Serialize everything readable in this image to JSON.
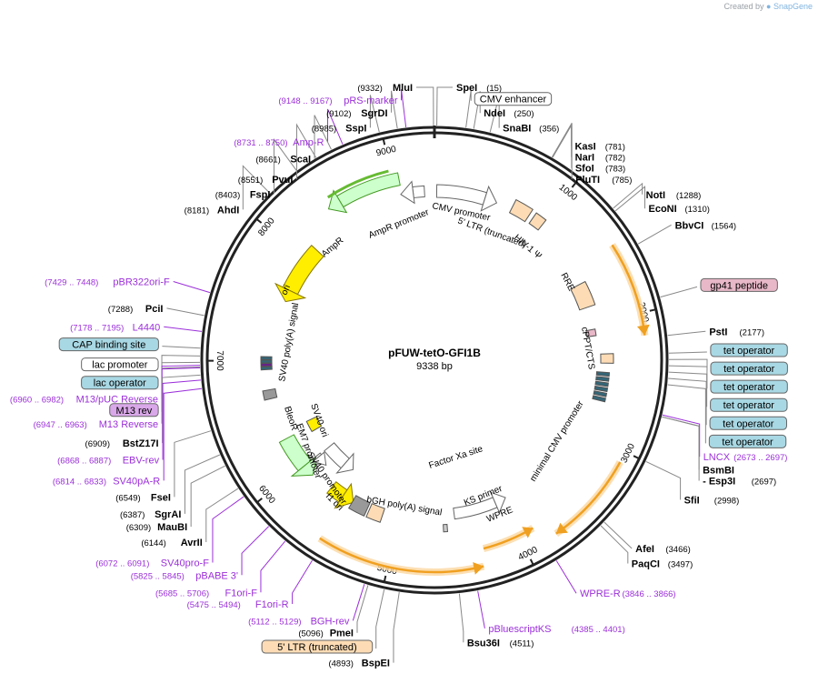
{
  "credit": {
    "prefix": "Created by",
    "brand": "SnapGene"
  },
  "map": {
    "name": "pFUW-tetO-GFI1B",
    "length": "9338 bp",
    "length_bp": 9338
  },
  "ticks": [
    {
      "pos": 1000,
      "label": "1000"
    },
    {
      "pos": 2000,
      "label": "2000"
    },
    {
      "pos": 3000,
      "label": "3000"
    },
    {
      "pos": 4000,
      "label": "4000"
    },
    {
      "pos": 5000,
      "label": "5000"
    },
    {
      "pos": 6000,
      "label": "6000"
    },
    {
      "pos": 7000,
      "label": "7000"
    },
    {
      "pos": 8000,
      "label": "8000"
    },
    {
      "pos": 9000,
      "label": "9000"
    }
  ],
  "enzymes": [
    {
      "name": "MluI",
      "pos": "(9332)",
      "bp": 9332,
      "side": "L"
    },
    {
      "name": "SpeI",
      "pos": "(15)",
      "bp": 15,
      "side": "R"
    },
    {
      "name": "NdeI",
      "pos": "(250)",
      "bp": 250,
      "side": "R"
    },
    {
      "name": "SnaBI",
      "pos": "(356)",
      "bp": 356,
      "side": "R"
    },
    {
      "name": "KasI",
      "pos": "(781)",
      "bp": 781,
      "side": "R"
    },
    {
      "name": "NarI",
      "pos": "(782)",
      "bp": 782,
      "side": "R"
    },
    {
      "name": "SfoI",
      "pos": "(783)",
      "bp": 783,
      "side": "R"
    },
    {
      "name": "PluTI",
      "pos": "(785)",
      "bp": 785,
      "side": "R"
    },
    {
      "name": "NotI",
      "pos": "(1288)",
      "bp": 1288,
      "side": "R"
    },
    {
      "name": "EcoNI",
      "pos": "(1310)",
      "bp": 1310,
      "side": "R"
    },
    {
      "name": "BbvCI",
      "pos": "(1564)",
      "bp": 1564,
      "side": "R"
    },
    {
      "name": "PstI",
      "pos": "(2177)",
      "bp": 2177,
      "side": "R"
    },
    {
      "name": "BsmBI",
      "pos": "",
      "bp": 2697,
      "side": "R"
    },
    {
      "name": "- Esp3I",
      "pos": "(2697)",
      "bp": 2697,
      "side": "R"
    },
    {
      "name": "SfiI",
      "pos": "(2998)",
      "bp": 2998,
      "side": "R"
    },
    {
      "name": "AfeI",
      "pos": "(3466)",
      "bp": 3466,
      "side": "R"
    },
    {
      "name": "PaqCI",
      "pos": "(3497)",
      "bp": 3497,
      "side": "R"
    },
    {
      "name": "Bsu36I",
      "pos": "(4511)",
      "bp": 4511,
      "side": "R"
    },
    {
      "name": "BspEI",
      "pos": "(4893)",
      "bp": 4893,
      "side": "L"
    },
    {
      "name": "PmeI",
      "pos": "(5096)",
      "bp": 5096,
      "side": "L"
    },
    {
      "name": "AvrII",
      "pos": "(6144)",
      "bp": 6144,
      "side": "L"
    },
    {
      "name": "MauBI",
      "pos": "(6309)",
      "bp": 6309,
      "side": "L"
    },
    {
      "name": "SgrAI",
      "pos": "(6387)",
      "bp": 6387,
      "side": "L"
    },
    {
      "name": "FseI",
      "pos": "(6549)",
      "bp": 6549,
      "side": "L"
    },
    {
      "name": "BstZ17I",
      "pos": "(6909)",
      "bp": 6909,
      "side": "L"
    },
    {
      "name": "PciI",
      "pos": "(7288)",
      "bp": 7288,
      "side": "L"
    },
    {
      "name": "AhdI",
      "pos": "(8181)",
      "bp": 8181,
      "side": "L"
    },
    {
      "name": "FspI",
      "pos": "(8403)",
      "bp": 8403,
      "side": "L"
    },
    {
      "name": "PvuI",
      "pos": "(8551)",
      "bp": 8551,
      "side": "L"
    },
    {
      "name": "ScaI",
      "pos": "(8661)",
      "bp": 8661,
      "side": "L"
    },
    {
      "name": "SspI",
      "pos": "(8985)",
      "bp": 8985,
      "side": "L"
    },
    {
      "name": "SgrDI",
      "pos": "(9102)",
      "bp": 9102,
      "side": "L"
    }
  ],
  "primers": [
    {
      "name": "pRS-marker",
      "range": "(9148 .. 9167)",
      "bp": 9157,
      "side": "L"
    },
    {
      "name": "Amp-R",
      "range": "(8731 .. 8750)",
      "bp": 8740,
      "side": "L"
    },
    {
      "name": "pBR322ori-F",
      "range": "(7429 .. 7448)",
      "bp": 7438,
      "side": "L"
    },
    {
      "name": "L4440",
      "range": "(7178 .. 7195)",
      "bp": 7186,
      "side": "L"
    },
    {
      "name": "M13/pUC Reverse",
      "range": "(6960 .. 6982)",
      "bp": 6971,
      "side": "L"
    },
    {
      "name": "M13 Reverse",
      "range": "(6947 .. 6963)",
      "bp": 6955,
      "side": "L"
    },
    {
      "name": "EBV-rev",
      "range": "(6868 .. 6887)",
      "bp": 6877,
      "side": "L"
    },
    {
      "name": "SV40pA-R",
      "range": "(6814 .. 6833)",
      "bp": 6823,
      "side": "L"
    },
    {
      "name": "SV40pro-F",
      "range": "(6072 .. 6091)",
      "bp": 6081,
      "side": "L"
    },
    {
      "name": "pBABE 3'",
      "range": "(5825 .. 5845)",
      "bp": 5835,
      "side": "L"
    },
    {
      "name": "F1ori-F",
      "range": "(5685 .. 5706)",
      "bp": 5695,
      "side": "L"
    },
    {
      "name": "F1ori-R",
      "range": "(5475 .. 5494)",
      "bp": 5484,
      "side": "L"
    },
    {
      "name": "BGH-rev",
      "range": "(5112 .. 5129)",
      "bp": 5120,
      "side": "L"
    },
    {
      "name": "LNCX",
      "range": "(2673 .. 2697)",
      "bp": 2685,
      "side": "R"
    },
    {
      "name": "WPRE-R",
      "range": "(3846 .. 3866)",
      "bp": 3856,
      "side": "R"
    },
    {
      "name": "pBluescriptKS",
      "range": "(4385 .. 4401)",
      "bp": 4393,
      "side": "R"
    }
  ],
  "boxed_labels": [
    {
      "name": "CMV enhancer",
      "bp": 200,
      "style": "white"
    },
    {
      "name": "gp41 peptide",
      "bp": 1930,
      "style": "pink"
    },
    {
      "name": "tet operator",
      "bp": 2290,
      "style": "blue"
    },
    {
      "name": "tet operator",
      "bp": 2330,
      "style": "blue"
    },
    {
      "name": "tet operator",
      "bp": 2370,
      "style": "blue"
    },
    {
      "name": "tet operator",
      "bp": 2410,
      "style": "blue"
    },
    {
      "name": "tet operator",
      "bp": 2450,
      "style": "blue"
    },
    {
      "name": "tet operator",
      "bp": 2490,
      "style": "blue"
    },
    {
      "name": "5' LTR (truncated)",
      "bp": 4990,
      "style": "orange"
    },
    {
      "name": "M13 rev",
      "bp": 6960,
      "style": "violet"
    },
    {
      "name": "lac operator",
      "bp": 6990,
      "style": "blue"
    },
    {
      "name": "lac promoter",
      "bp": 7030,
      "style": "white"
    },
    {
      "name": "CAP binding site",
      "bp": 7080,
      "style": "blue"
    }
  ],
  "inner_labels": [
    {
      "text": "CMV promoter"
    },
    {
      "text": "5' LTR (truncated)"
    },
    {
      "text": "HIV-1 Ψ"
    },
    {
      "text": "RRE"
    },
    {
      "text": "cPPT/CTS"
    },
    {
      "text": "minimal CMV promoter"
    },
    {
      "text": "Factor Xa site"
    },
    {
      "text": "KS primer"
    },
    {
      "text": "WPRE"
    },
    {
      "text": "bGH poly(A) signal"
    },
    {
      "text": "f1 ori"
    },
    {
      "text": "SV40 promoter"
    },
    {
      "text": "EM7 promoter"
    },
    {
      "text": "BleoR"
    },
    {
      "text": "SV40 ori"
    },
    {
      "text": "SV40 poly(A) signal"
    },
    {
      "text": "ori"
    },
    {
      "text": "AmpR"
    },
    {
      "text": "AmpR promoter"
    }
  ],
  "colors": {
    "enzyme": "#000000",
    "primer": "#9b30d9",
    "orange": "#f0a020",
    "green": "#66bb33",
    "yellow": "#ffee00",
    "blue_box": "#a8d8e4",
    "pink_box": "#e8b8c8",
    "peach": "#fddcb5"
  }
}
